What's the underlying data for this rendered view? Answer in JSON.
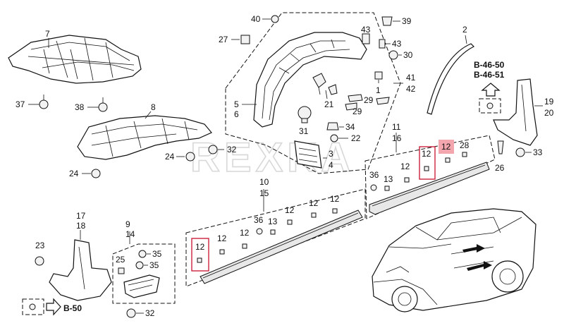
{
  "watermark": "REXKA",
  "callouts": {
    "c40": "40",
    "c39": "39",
    "c27": "27",
    "c43a": "43",
    "c43b": "43",
    "c30": "30",
    "c2": "2",
    "c7": "7",
    "c41": "41",
    "c42": "42",
    "c1": "1",
    "c19": "19",
    "c20": "20",
    "c37": "37",
    "c38": "38",
    "c8": "8",
    "c5": "5",
    "c6": "6",
    "c21": "21",
    "c29a": "29",
    "c29b": "29",
    "c31": "31",
    "c34": "34",
    "c22": "22",
    "c11": "11",
    "c16": "16",
    "c3": "3",
    "c4": "4",
    "c24a": "24",
    "c32a": "32",
    "c24b": "24",
    "c28": "28",
    "c26": "26",
    "c33": "33",
    "c12a": "12",
    "c12b": "12",
    "c12c": "12",
    "c36a": "36",
    "c13a": "13",
    "c10": "10",
    "c15": "15",
    "c12d": "12",
    "c12e": "12",
    "c36b": "36",
    "c13b": "13",
    "c12f": "12",
    "c12g": "12",
    "c12h": "12",
    "c12i": "12",
    "c17": "17",
    "c18": "18",
    "c9": "9",
    "c14": "14",
    "c23": "23",
    "c25": "25",
    "c35a": "35",
    "c35b": "35",
    "c32b": "32"
  },
  "references": {
    "b46_50": "B-46-50",
    "b46_51": "B-46-51",
    "b50": "B-50"
  }
}
